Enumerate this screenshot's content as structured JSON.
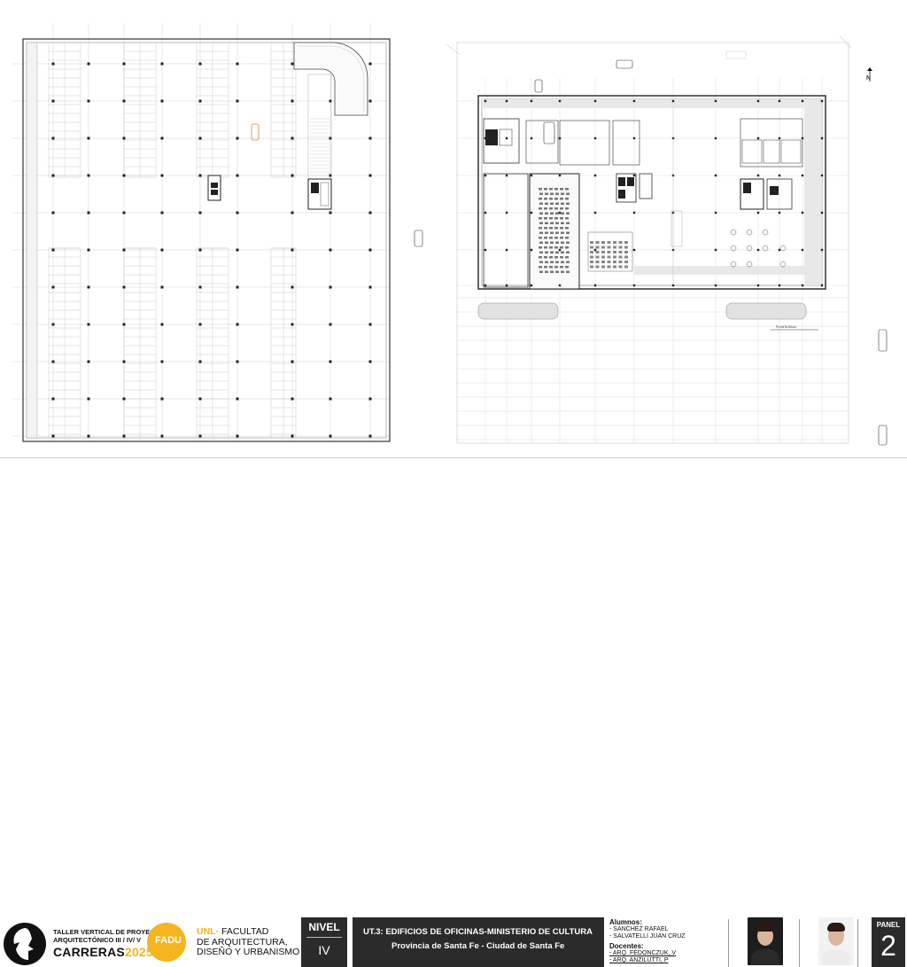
{
  "plan_labels": {
    "planta_baja": "PLANTA BAJA",
    "north": "N"
  },
  "footer": {
    "taller_line1": "TALLER VERTICAL DE PROYECTO",
    "taller_line2": "ARQUITECTÓNICO III / IV/ V",
    "carreras": "CARRERAS",
    "year": "2025",
    "fadu": "FADU",
    "unl_prefix": "UNL",
    "unl_line1": "FACULTAD",
    "unl_line2": "DE ARQUITECTURA,",
    "unl_line3": "DISEÑO Y URBANISMO",
    "nivel_label": "NIVEL",
    "nivel_value": "IV",
    "ut_title": "UT.3: EDIFICIOS DE OFICINAS-MINISTERIO DE CULTURA",
    "ut_subtitle": "Provincia de Santa Fe - Ciudad de Santa Fe",
    "alumnos_label": "Alumnos:",
    "alumno_1": "- SANCHEZ RAFAEL",
    "alumno_2": "- SALVATELLI JUAN CRUZ",
    "docentes_label": "Docentes:",
    "docente_1": "- ARQ. FEDONCZUK, V",
    "docente_2": "- ARQ. ANZILUTTI, P",
    "panel_label": "PANEL",
    "panel_number": "2"
  },
  "colors": {
    "accent_yellow": "#f5b51e",
    "dark_box": "#2b2b2b",
    "plan_line": "#333333"
  }
}
